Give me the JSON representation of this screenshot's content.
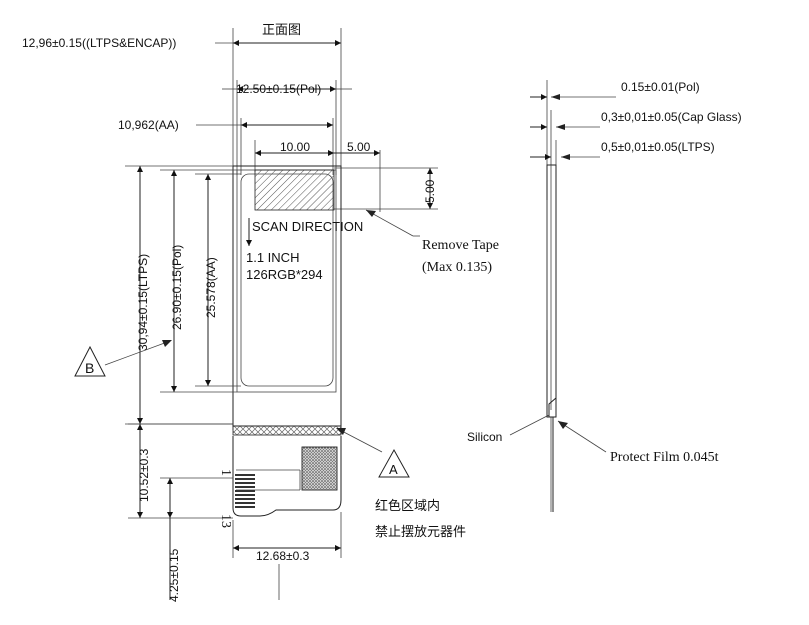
{
  "dims": {
    "encap_width": "12,96±0.15((LTPS&ENCAP))",
    "pol_width": "12.50±0.15(Pol)",
    "aa_width": "10,962(AA)",
    "tape_width": "10.00",
    "tape_offset": "5.00",
    "tape_height": "5.00",
    "ltps_height": "30,94±0.15(LTPS)",
    "pol_height": "26.90±0.15(Pol)",
    "aa_height": "25.578(AA)",
    "fpc_length": "10.52±0.3",
    "fpc_tail": "4.25±0.15",
    "fpc_width": "12.68±0.3",
    "pin_first": "1",
    "pin_last": "13",
    "top_cut_label": "正面图"
  },
  "labels": {
    "scan_direction": "SCAN DIRECTION",
    "size_line1": "1.1 INCH",
    "size_line2": "126RGB*294",
    "remove_tape_line1": "Remove Tape",
    "remove_tape_line2": "(Max 0.135)",
    "marker_b": "B",
    "marker_a": "A",
    "cn_note_line1": "红色区域内",
    "cn_note_line2": "禁止摆放元器件"
  },
  "side": {
    "pol_thickness": "0.15±0.01(Pol)",
    "cap_glass": "0,3±0,01±0.05(Cap Glass)",
    "ltps_thickness": "0,5±0,01±0.05(LTPS)",
    "silicon": "Silicon",
    "protect_film": "Protect Film 0.045t"
  }
}
